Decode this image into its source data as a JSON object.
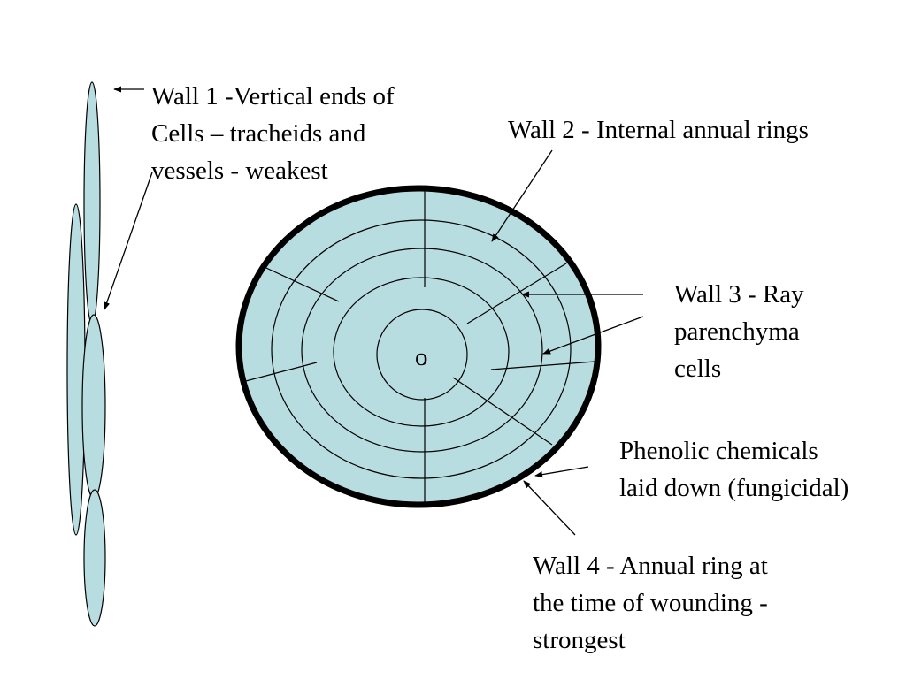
{
  "colors": {
    "cell_fill": "#b8dde0",
    "outline": "#000000",
    "background": "#ffffff"
  },
  "labels": {
    "wall1": [
      "Wall 1 -Vertical ends of",
      "Cells – tracheids and",
      "vessels - weakest"
    ],
    "wall2": [
      "Wall 2 - Internal annual rings"
    ],
    "wall3": [
      "Wall 3 - Ray",
      "parenchyma",
      "cells"
    ],
    "phenolic": [
      "Phenolic chemicals",
      "laid down (fungicidal)"
    ],
    "wall4": [
      "Wall 4 - Annual ring at",
      "the time of wounding -",
      "strongest"
    ]
  },
  "center_mark": "o"
}
